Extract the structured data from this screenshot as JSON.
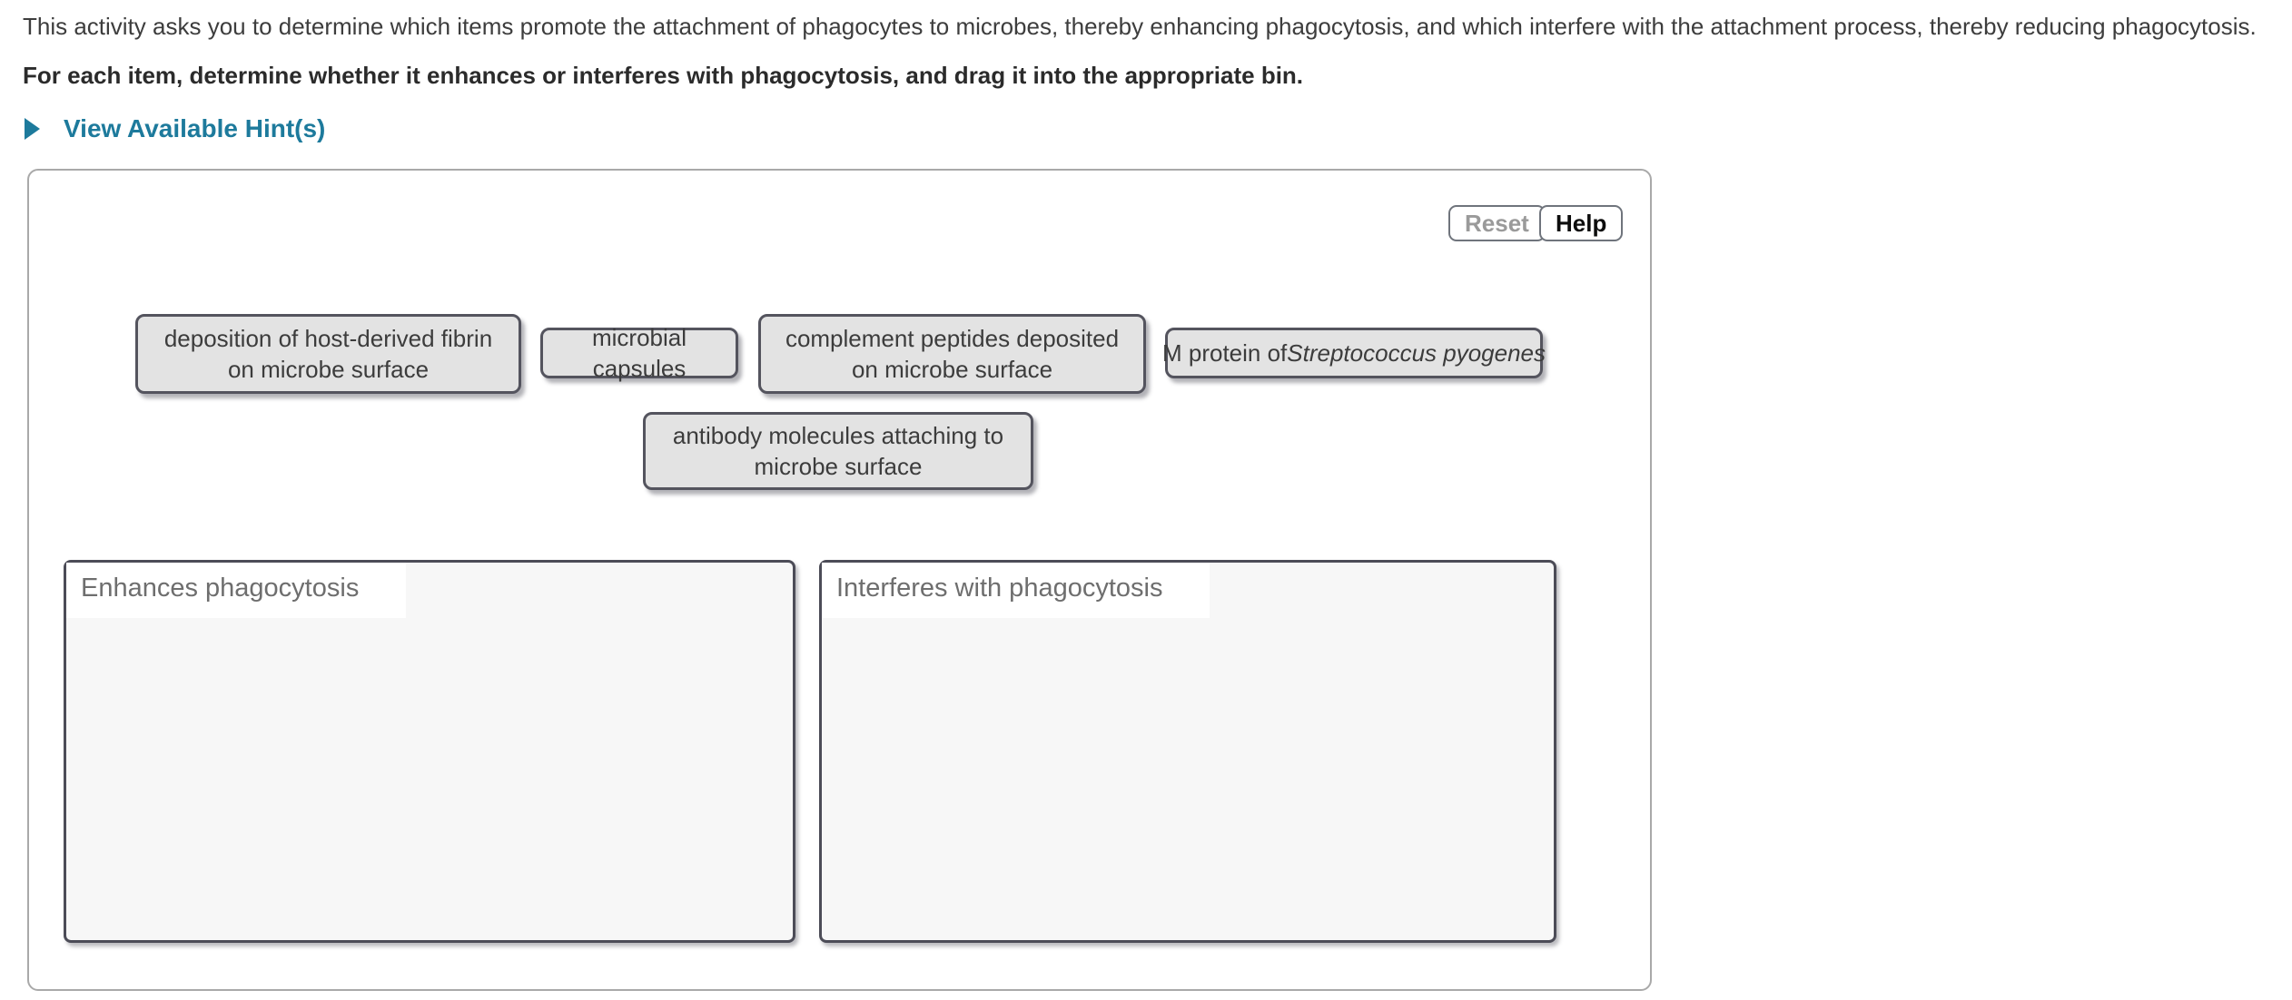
{
  "page": {
    "intro": "This activity asks you to determine which items promote the attachment of phagocytes to microbes, thereby enhancing phagocytosis, and which interfere with the attachment process, thereby reducing phagocytosis.",
    "instruction": "For each item, determine whether it enhances or interferes with phagocytosis, and drag it into the appropriate bin.",
    "hint_link": "View Available Hint(s)"
  },
  "toolbar": {
    "reset_label": "Reset",
    "help_label": "Help"
  },
  "chips": [
    {
      "label": "deposition of host-derived fibrin on microbe surface"
    },
    {
      "label": "microbial capsules"
    },
    {
      "label": "complement peptides deposited on microbe surface"
    },
    {
      "label_prefix": "M protein of ",
      "label_italic": "Streptococcus pyogenes"
    },
    {
      "label": "antibody molecules attaching to microbe surface"
    }
  ],
  "bins": [
    {
      "label": "Enhances phagocytosis"
    },
    {
      "label": "Interferes with phagocytosis"
    }
  ],
  "colors": {
    "link_teal": "#1d7a9c",
    "chip_fill": "#e3e3e3",
    "chip_border": "#54545e",
    "bin_fill": "#f7f7f7",
    "bin_border": "#4c4c57",
    "panel_border": "#a9a9a9",
    "reset_text_disabled": "#9a9a9a"
  }
}
